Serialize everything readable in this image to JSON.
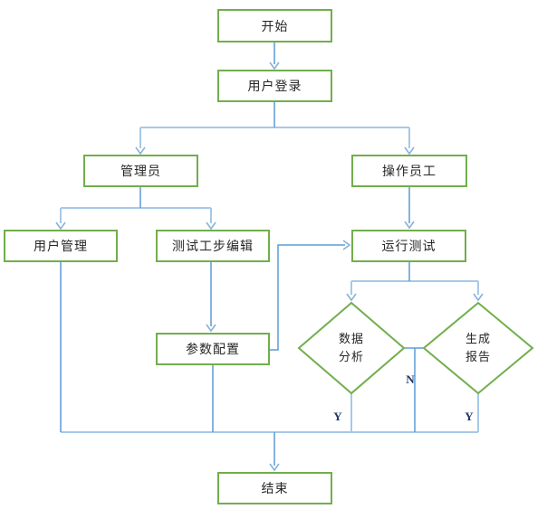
{
  "diagram": {
    "type": "flowchart",
    "colors": {
      "shape_border": "#72ae4c",
      "connector": "#5b9bd5",
      "connector_light": "#a6c9e8",
      "arrowhead": "#85b2de",
      "label_text": "#262626",
      "branch_label_text": "#203864"
    },
    "nodes": {
      "start": {
        "label": "开始",
        "shape": "rect"
      },
      "login": {
        "label": "用户登录",
        "shape": "rect"
      },
      "admin": {
        "label": "管理员",
        "shape": "rect"
      },
      "operator": {
        "label": "操作员工",
        "shape": "rect"
      },
      "user_mgmt": {
        "label": "用户管理",
        "shape": "rect"
      },
      "step_edit": {
        "label": "测试工步编辑",
        "shape": "rect"
      },
      "run_test": {
        "label": "运行测试",
        "shape": "rect"
      },
      "param_config": {
        "label": "参数配置",
        "shape": "rect"
      },
      "data_analysis": {
        "line1": "数据",
        "line2": "分析",
        "shape": "diamond"
      },
      "gen_report": {
        "line1": "生成",
        "line2": "报告",
        "shape": "diamond"
      },
      "end": {
        "label": "结束",
        "shape": "rect"
      }
    },
    "edge_labels": {
      "yes_left": "Y",
      "no": "N",
      "yes_right": "Y"
    },
    "edges": [
      "开始 -> 用户登录",
      "用户登录 -> 管理员",
      "用户登录 -> 操作员工",
      "管理员 -> 用户管理",
      "管理员 -> 测试工步编辑",
      "测试工步编辑 -> 参数配置",
      "参数配置 -> 运行测试",
      "操作员工 -> 运行测试",
      "运行测试 -> 数据分析",
      "运行测试 -> 生成报告",
      "数据分析 -Y-> 结束",
      "数据分析/生成报告 -N-> 结束",
      "生成报告 -Y-> 结束",
      "用户管理 -> 结束",
      "参数配置 -> 结束"
    ]
  }
}
